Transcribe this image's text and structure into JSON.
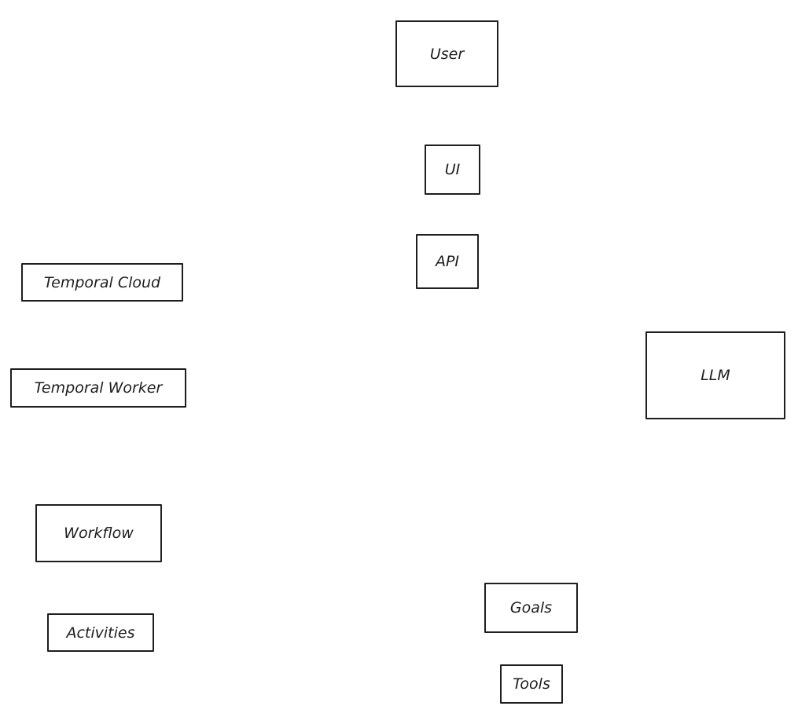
{
  "nodes": {
    "user": "User",
    "ui": "UI",
    "api": "API",
    "temporal_cloud": "Temporal Cloud",
    "temporal_worker": "Temporal Worker",
    "llm": "LLM",
    "workflow": "Workflow",
    "activities": "Activities",
    "goals": "Goals",
    "tools": "Tools"
  }
}
